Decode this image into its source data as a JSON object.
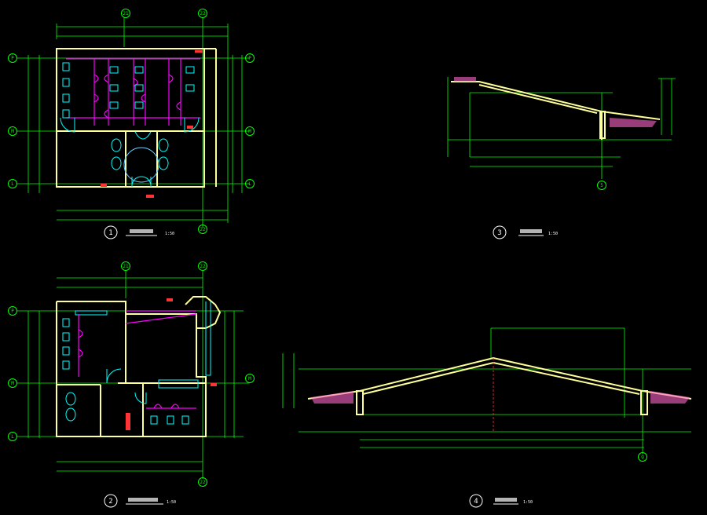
{
  "colors": {
    "background": "#000000",
    "dimension": "#00ff00",
    "wall": "#ffff99",
    "fixture": "#00ffff",
    "partition": "#ff00ff",
    "red_mark": "#ff3333",
    "text": "#ffffff",
    "grid_bubble": "#00ff00"
  },
  "plan1": {
    "number": "1",
    "grid_top": [
      "21",
      "22"
    ],
    "grid_bottom": "22",
    "grid_left": [
      "P",
      "M",
      "L"
    ],
    "grid_right": [
      "P",
      "M",
      "L"
    ],
    "title_scale": "1:50"
  },
  "plan2": {
    "number": "2",
    "grid_top": [
      "21",
      "22"
    ],
    "grid_bottom": "22",
    "grid_left": [
      "P",
      "M",
      "L"
    ],
    "grid_right": [
      "M"
    ],
    "title_scale": "1:50"
  },
  "section3": {
    "number": "3",
    "grid_bottom": "5",
    "title_scale": "1:50"
  },
  "section4": {
    "number": "4",
    "grid_bottom": "Q",
    "title_scale": "1:50"
  }
}
